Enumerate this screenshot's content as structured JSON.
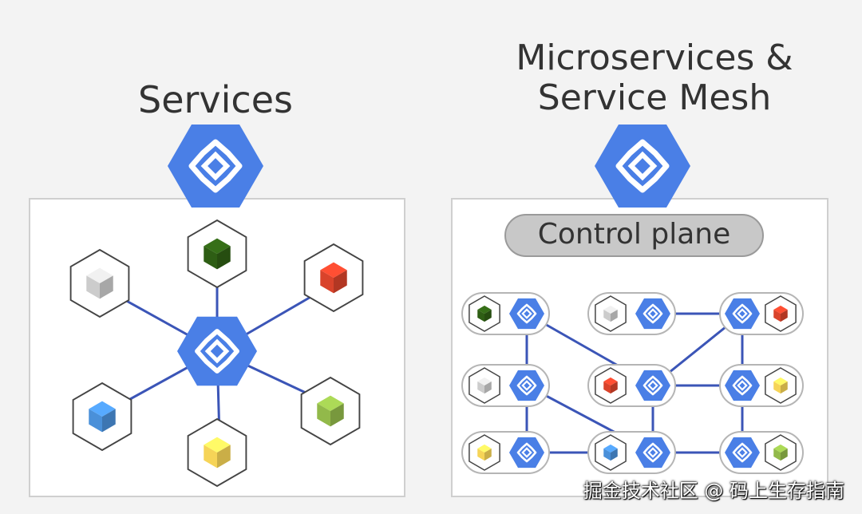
{
  "left": {
    "title": "Services"
  },
  "right": {
    "title_line1": "Microservices &",
    "title_line2": "Service Mesh",
    "control_plane": "Control plane"
  },
  "watermark": "掘金技术社区 @ 码上生存指南",
  "colors": {
    "hex_blue": "#4a7fe6",
    "line": "#3b55b7",
    "cube_green_dark": "#2e5e14",
    "cube_red": "#d9432b",
    "cube_gray": "#cccccc",
    "cube_blue": "#4a90d9",
    "cube_yellow": "#f6d457",
    "cube_green_light": "#92b94a"
  },
  "icons": {
    "gateway": "gateway-hexagon-icon",
    "service": "service-cube-icon"
  }
}
